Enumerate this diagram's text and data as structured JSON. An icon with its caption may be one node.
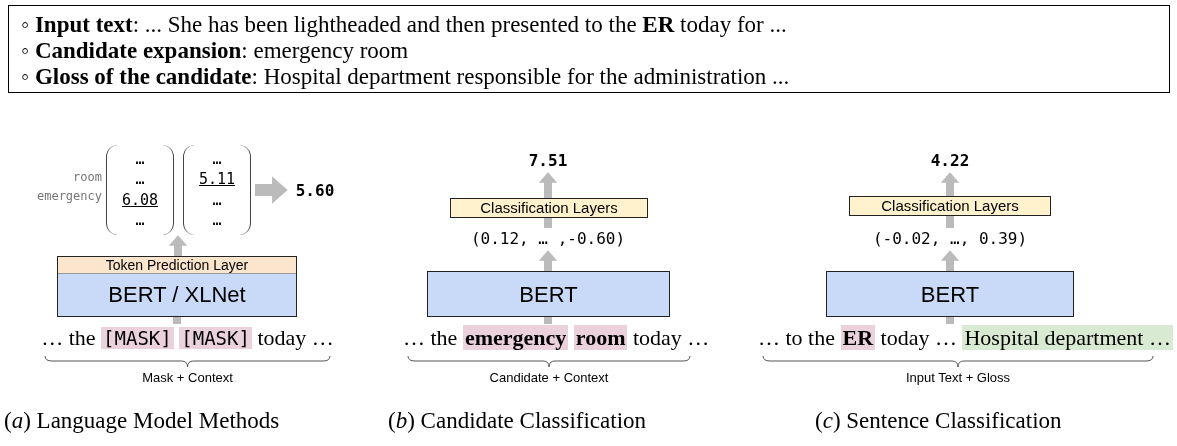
{
  "diagram": {
    "nodes": [
      {
        "text": [
          "◦ **Input text**: ... She has been lightheaded and then presented to the **ER** today for ...",
          "◦ **Candidate expansion**: emergency room",
          "◦ **Gloss of the candidate**: Hospital department responsible for the administration ..."
        ]
      },
      {
        "text": [
          "…",
          "…",
          "6.08",
          "…"
        ],
        "beside": [
          "room",
          "emergency"
        ]
      },
      {
        "text": [
          "…",
          "5.11",
          "…",
          "…"
        ]
      },
      {
        "text": [
          "5.60"
        ]
      },
      {
        "text": [
          "BERT / XLNet"
        ]
      },
      {
        "text": [
          "Token Prediction Layer"
        ],
        "in": 4
      },
      {
        "text": [
          "… the",
          "[MASK]",
          "[MASK]",
          "today …"
        ],
        "beside": [
          "Mask + Context"
        ]
      },
      {
        "text": [
          "7.51"
        ]
      },
      {
        "text": [
          "Classification Layers"
        ]
      },
      {
        "text": [
          "(0.12, … ,-0.60)"
        ]
      },
      {
        "text": [
          "BERT"
        ]
      },
      {
        "text": [
          "… the",
          "emergency",
          "room",
          "today …"
        ],
        "beside": [
          "Candidate + Context"
        ]
      },
      {
        "text": [
          "4.22"
        ]
      },
      {
        "text": [
          "Classification Layers"
        ]
      },
      {
        "text": [
          "(-0.02, …, 0.39)"
        ]
      },
      {
        "text": [
          "BERT"
        ]
      },
      {
        "text": [
          "… to the",
          "ER",
          "today …",
          "Hospital department …"
        ],
        "beside": [
          "Input Text + Gloss"
        ]
      }
    ],
    "edges": [
      {
        "from": 2,
        "to": 3,
        "arrow": "to"
      },
      {
        "from": 5,
        "to": 1,
        "arrow": "to"
      },
      {
        "from": 5,
        "to": 2,
        "arrow": "to"
      },
      {
        "from": 6,
        "to": 4,
        "arrow": "none"
      },
      {
        "from": 8,
        "to": 7,
        "arrow": "to"
      },
      {
        "from": 9,
        "to": 8,
        "arrow": "none"
      },
      {
        "from": 10,
        "to": 9,
        "arrow": "to"
      },
      {
        "from": 11,
        "to": 10,
        "arrow": "none"
      },
      {
        "from": 13,
        "to": 12,
        "arrow": "to"
      },
      {
        "from": 14,
        "to": 13,
        "arrow": "none"
      },
      {
        "from": 15,
        "to": 14,
        "arrow": "to"
      },
      {
        "from": 16,
        "to": 15,
        "arrow": "none"
      }
    ],
    "labels": [
      "(*a*) Language Model Methods",
      "(*b*) Candidate Classification",
      "(*c*) Sentence Classification"
    ]
  }
}
